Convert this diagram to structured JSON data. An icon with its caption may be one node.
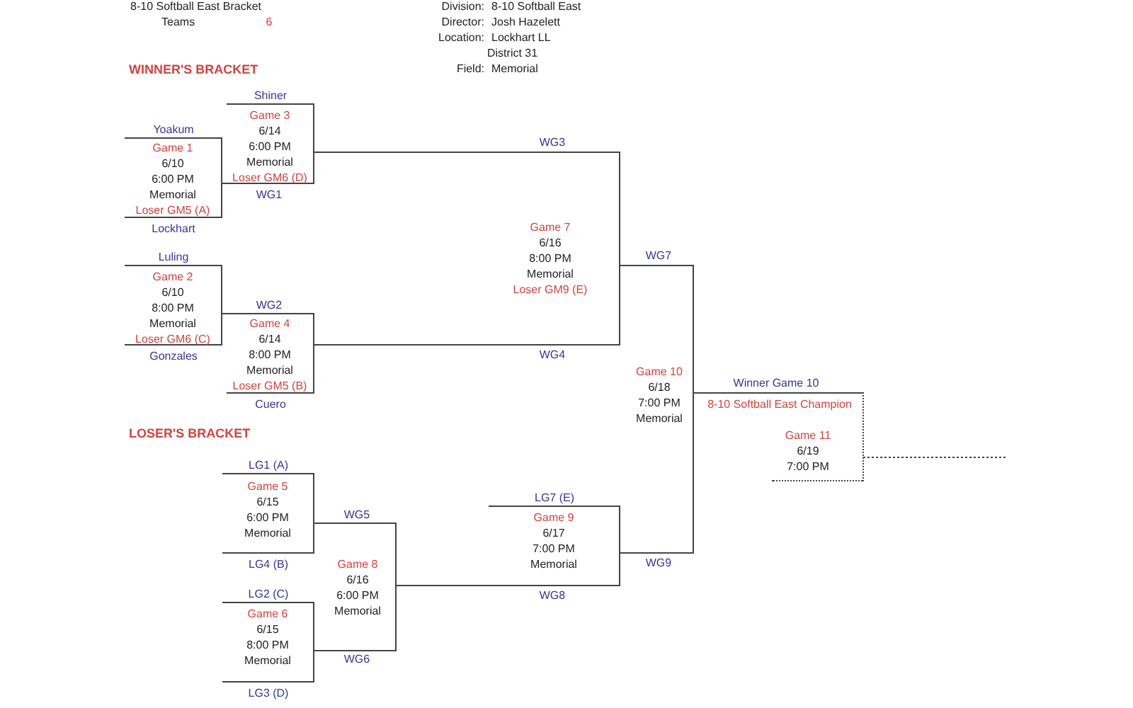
{
  "diagram": {
    "title": "8-10 Softball East Bracket",
    "nodes": [
      {
        "text": [
          "Game 1",
          "6/10",
          "6:00 PM",
          "Memorial",
          "Loser GM5 (A)"
        ],
        "beside": [
          "Yoakum",
          "Lockhart"
        ]
      },
      {
        "text": [
          "Game 2",
          "6/10",
          "8:00 PM",
          "Memorial",
          "Loser GM6 (C)"
        ],
        "beside": [
          "Luling",
          "Gonzales"
        ]
      },
      {
        "text": [
          "Game 3",
          "6/14",
          "6:00 PM",
          "Memorial",
          "Loser GM6 (D)"
        ],
        "beside": [
          "Shiner"
        ]
      },
      {
        "text": [
          "Game 4",
          "6/14",
          "8:00 PM",
          "Memorial",
          "Loser GM5 (B)"
        ],
        "beside": [
          "Cuero"
        ]
      },
      {
        "text": [
          "Game 5",
          "6/15",
          "6:00 PM",
          "Memorial"
        ],
        "beside": [
          "LG1 (A)",
          "LG4 (B)"
        ]
      },
      {
        "text": [
          "Game 6",
          "6/15",
          "8:00 PM",
          "Memorial"
        ],
        "beside": [
          "LG2 (C)",
          "LG3 (D)"
        ]
      },
      {
        "text": [
          "Game 7",
          "6/16",
          "8:00 PM",
          "Memorial",
          "Loser GM9 (E)"
        ]
      },
      {
        "text": [
          "Game 8",
          "6/16",
          "6:00 PM",
          "Memorial"
        ]
      },
      {
        "text": [
          "Game 9",
          "6/17",
          "7:00 PM",
          "Memorial"
        ],
        "beside": [
          "LG7 (E)"
        ]
      },
      {
        "text": [
          "Game 10",
          "6/18",
          "7:00 PM",
          "Memorial"
        ]
      },
      {
        "text": [
          "8-10 Softball East Champion",
          "Game 11",
          "6/19",
          "7:00 PM"
        ]
      }
    ],
    "edges": [
      {
        "from": 0,
        "to": 2,
        "arrow": "none",
        "label": "WG1"
      },
      {
        "from": 1,
        "to": 3,
        "arrow": "none",
        "label": "WG2"
      },
      {
        "from": 2,
        "to": 6,
        "arrow": "none",
        "label": "WG3"
      },
      {
        "from": 3,
        "to": 6,
        "arrow": "none",
        "label": "WG4"
      },
      {
        "from": 4,
        "to": 7,
        "arrow": "none",
        "label": "WG5"
      },
      {
        "from": 5,
        "to": 7,
        "arrow": "none",
        "label": "WG6"
      },
      {
        "from": 6,
        "to": 9,
        "arrow": "none",
        "label": "WG7"
      },
      {
        "from": 7,
        "to": 8,
        "arrow": "none",
        "label": "WG8"
      },
      {
        "from": 8,
        "to": 9,
        "arrow": "none",
        "label": "WG9"
      },
      {
        "from": 9,
        "to": 10,
        "arrow": "none",
        "label": "Winner Game 10"
      },
      {
        "from": 10,
        "to": null,
        "arrow": "none",
        "style": "dashed"
      }
    ],
    "labels": [
      "Division:",
      "8-10 Softball East",
      "Teams",
      "6",
      "Director:",
      "Josh Hazelett",
      "Location:",
      "Lockhart LL",
      "District 31",
      "WINNER'S BRACKET",
      "Field:",
      "Memorial",
      "LOSER'S BRACKET"
    ]
  }
}
